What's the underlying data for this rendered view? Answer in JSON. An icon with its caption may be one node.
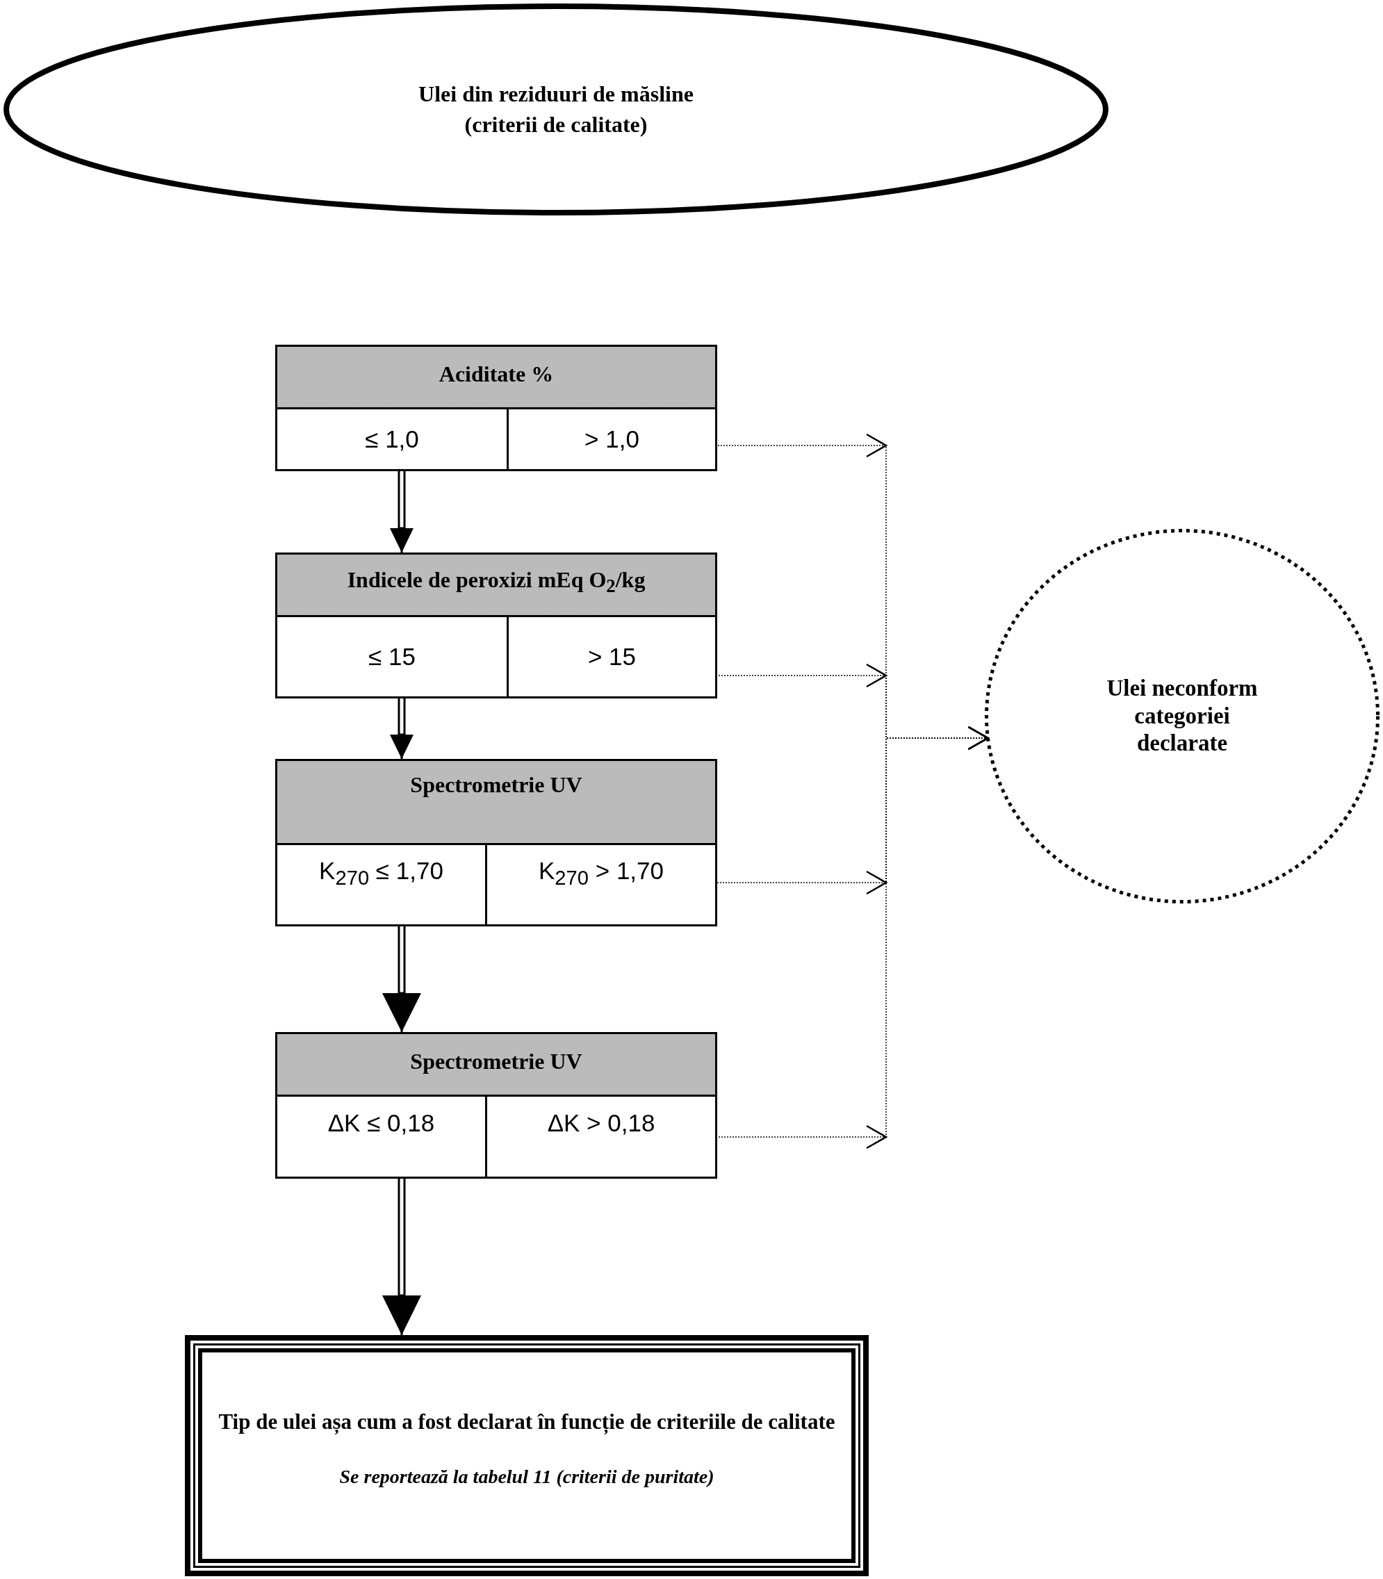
{
  "diagram": {
    "nodes": [
      {
        "text": [
          "Ulei din reziduuri de măsline (criterii de calitate)"
        ]
      },
      {
        "text": [
          "Aciditate %"
        ]
      },
      {
        "text": [
          "≤ 1,0"
        ],
        "in": 1
      },
      {
        "text": [
          "> 1,0"
        ],
        "in": 1
      },
      {
        "text": [
          "Indicele de peroxizi mEq O$_{2}$/kg"
        ]
      },
      {
        "text": [
          "≤ 15"
        ],
        "in": 4
      },
      {
        "text": [
          "> 15"
        ],
        "in": 4
      },
      {
        "text": [
          "Spectrometrie UV"
        ]
      },
      {
        "text": [
          "K$_{270}$ ≤ 1,70"
        ],
        "in": 7
      },
      {
        "text": [
          "K$_{270}$ > 1,70"
        ],
        "in": 7
      },
      {
        "text": [
          "Spectrometrie UV"
        ]
      },
      {
        "text": [
          "ΔK ≤ 0,18"
        ],
        "in": 10
      },
      {
        "text": [
          "ΔK > 0,18"
        ],
        "in": 10
      },
      {
        "text": [
          "Ulei neconform categoriei declarate"
        ]
      },
      {
        "text": [
          "Tip de ulei așa cum a fost declarat în funcție de criteriile de calitate",
          "Se reportează la tabelul 11 (criterii de puritate)"
        ]
      }
    ],
    "edges": [
      {
        "from": 2,
        "to": 4,
        "arrow": "to"
      },
      {
        "from": 5,
        "to": 7,
        "arrow": "to"
      },
      {
        "from": 8,
        "to": 10,
        "arrow": "to"
      },
      {
        "from": 11,
        "to": 14,
        "arrow": "to"
      },
      {
        "from": 3,
        "to": 13,
        "arrow": "to",
        "style": "dashed"
      },
      {
        "from": 6,
        "to": 13,
        "arrow": "to",
        "style": "dashed"
      },
      {
        "from": 9,
        "to": 13,
        "arrow": "to",
        "style": "dashed"
      },
      {
        "from": 12,
        "to": 13,
        "arrow": "to",
        "style": "dashed"
      }
    ]
  }
}
